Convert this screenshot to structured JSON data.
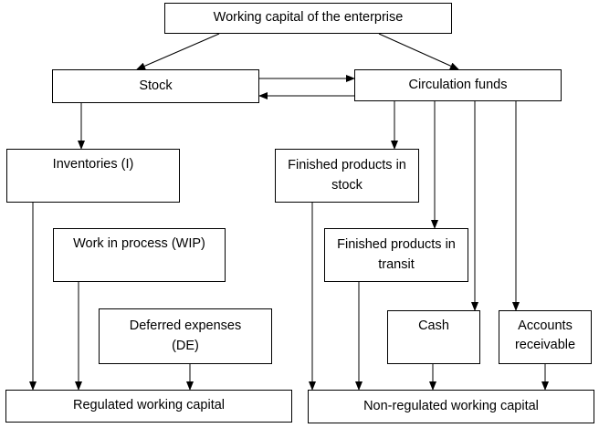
{
  "nodes": {
    "working_capital": "Working capital of the enterprise",
    "stock": "Stock",
    "circulation_funds": "Circulation funds",
    "inventories": "Inventories (I)",
    "finished_products_stock": "Finished products in\nstock",
    "work_in_process": "Work in process (WIP)",
    "finished_products_transit": "Finished  products in\ntransit",
    "deferred_expenses": "Deferred expenses\n(DE)",
    "cash": "Cash",
    "accounts_receivable": "Accounts\nreceivable",
    "regulated": "Regulated working capital",
    "non_regulated": "Non-regulated working capital"
  },
  "edges": [
    {
      "from": "working_capital",
      "to": "stock"
    },
    {
      "from": "working_capital",
      "to": "circulation_funds"
    },
    {
      "from": "stock",
      "to": "circulation_funds"
    },
    {
      "from": "circulation_funds",
      "to": "stock"
    },
    {
      "from": "stock",
      "to": "inventories"
    },
    {
      "from": "circulation_funds",
      "to": "finished_products_stock"
    },
    {
      "from": "circulation_funds",
      "to": "finished_products_transit"
    },
    {
      "from": "circulation_funds",
      "to": "cash"
    },
    {
      "from": "circulation_funds",
      "to": "accounts_receivable"
    },
    {
      "from": "inventories",
      "to": "regulated"
    },
    {
      "from": "work_in_process",
      "to": "regulated"
    },
    {
      "from": "deferred_expenses",
      "to": "regulated"
    },
    {
      "from": "finished_products_stock",
      "to": "non_regulated"
    },
    {
      "from": "finished_products_transit",
      "to": "non_regulated"
    },
    {
      "from": "cash",
      "to": "non_regulated"
    },
    {
      "from": "accounts_receivable",
      "to": "non_regulated"
    }
  ]
}
